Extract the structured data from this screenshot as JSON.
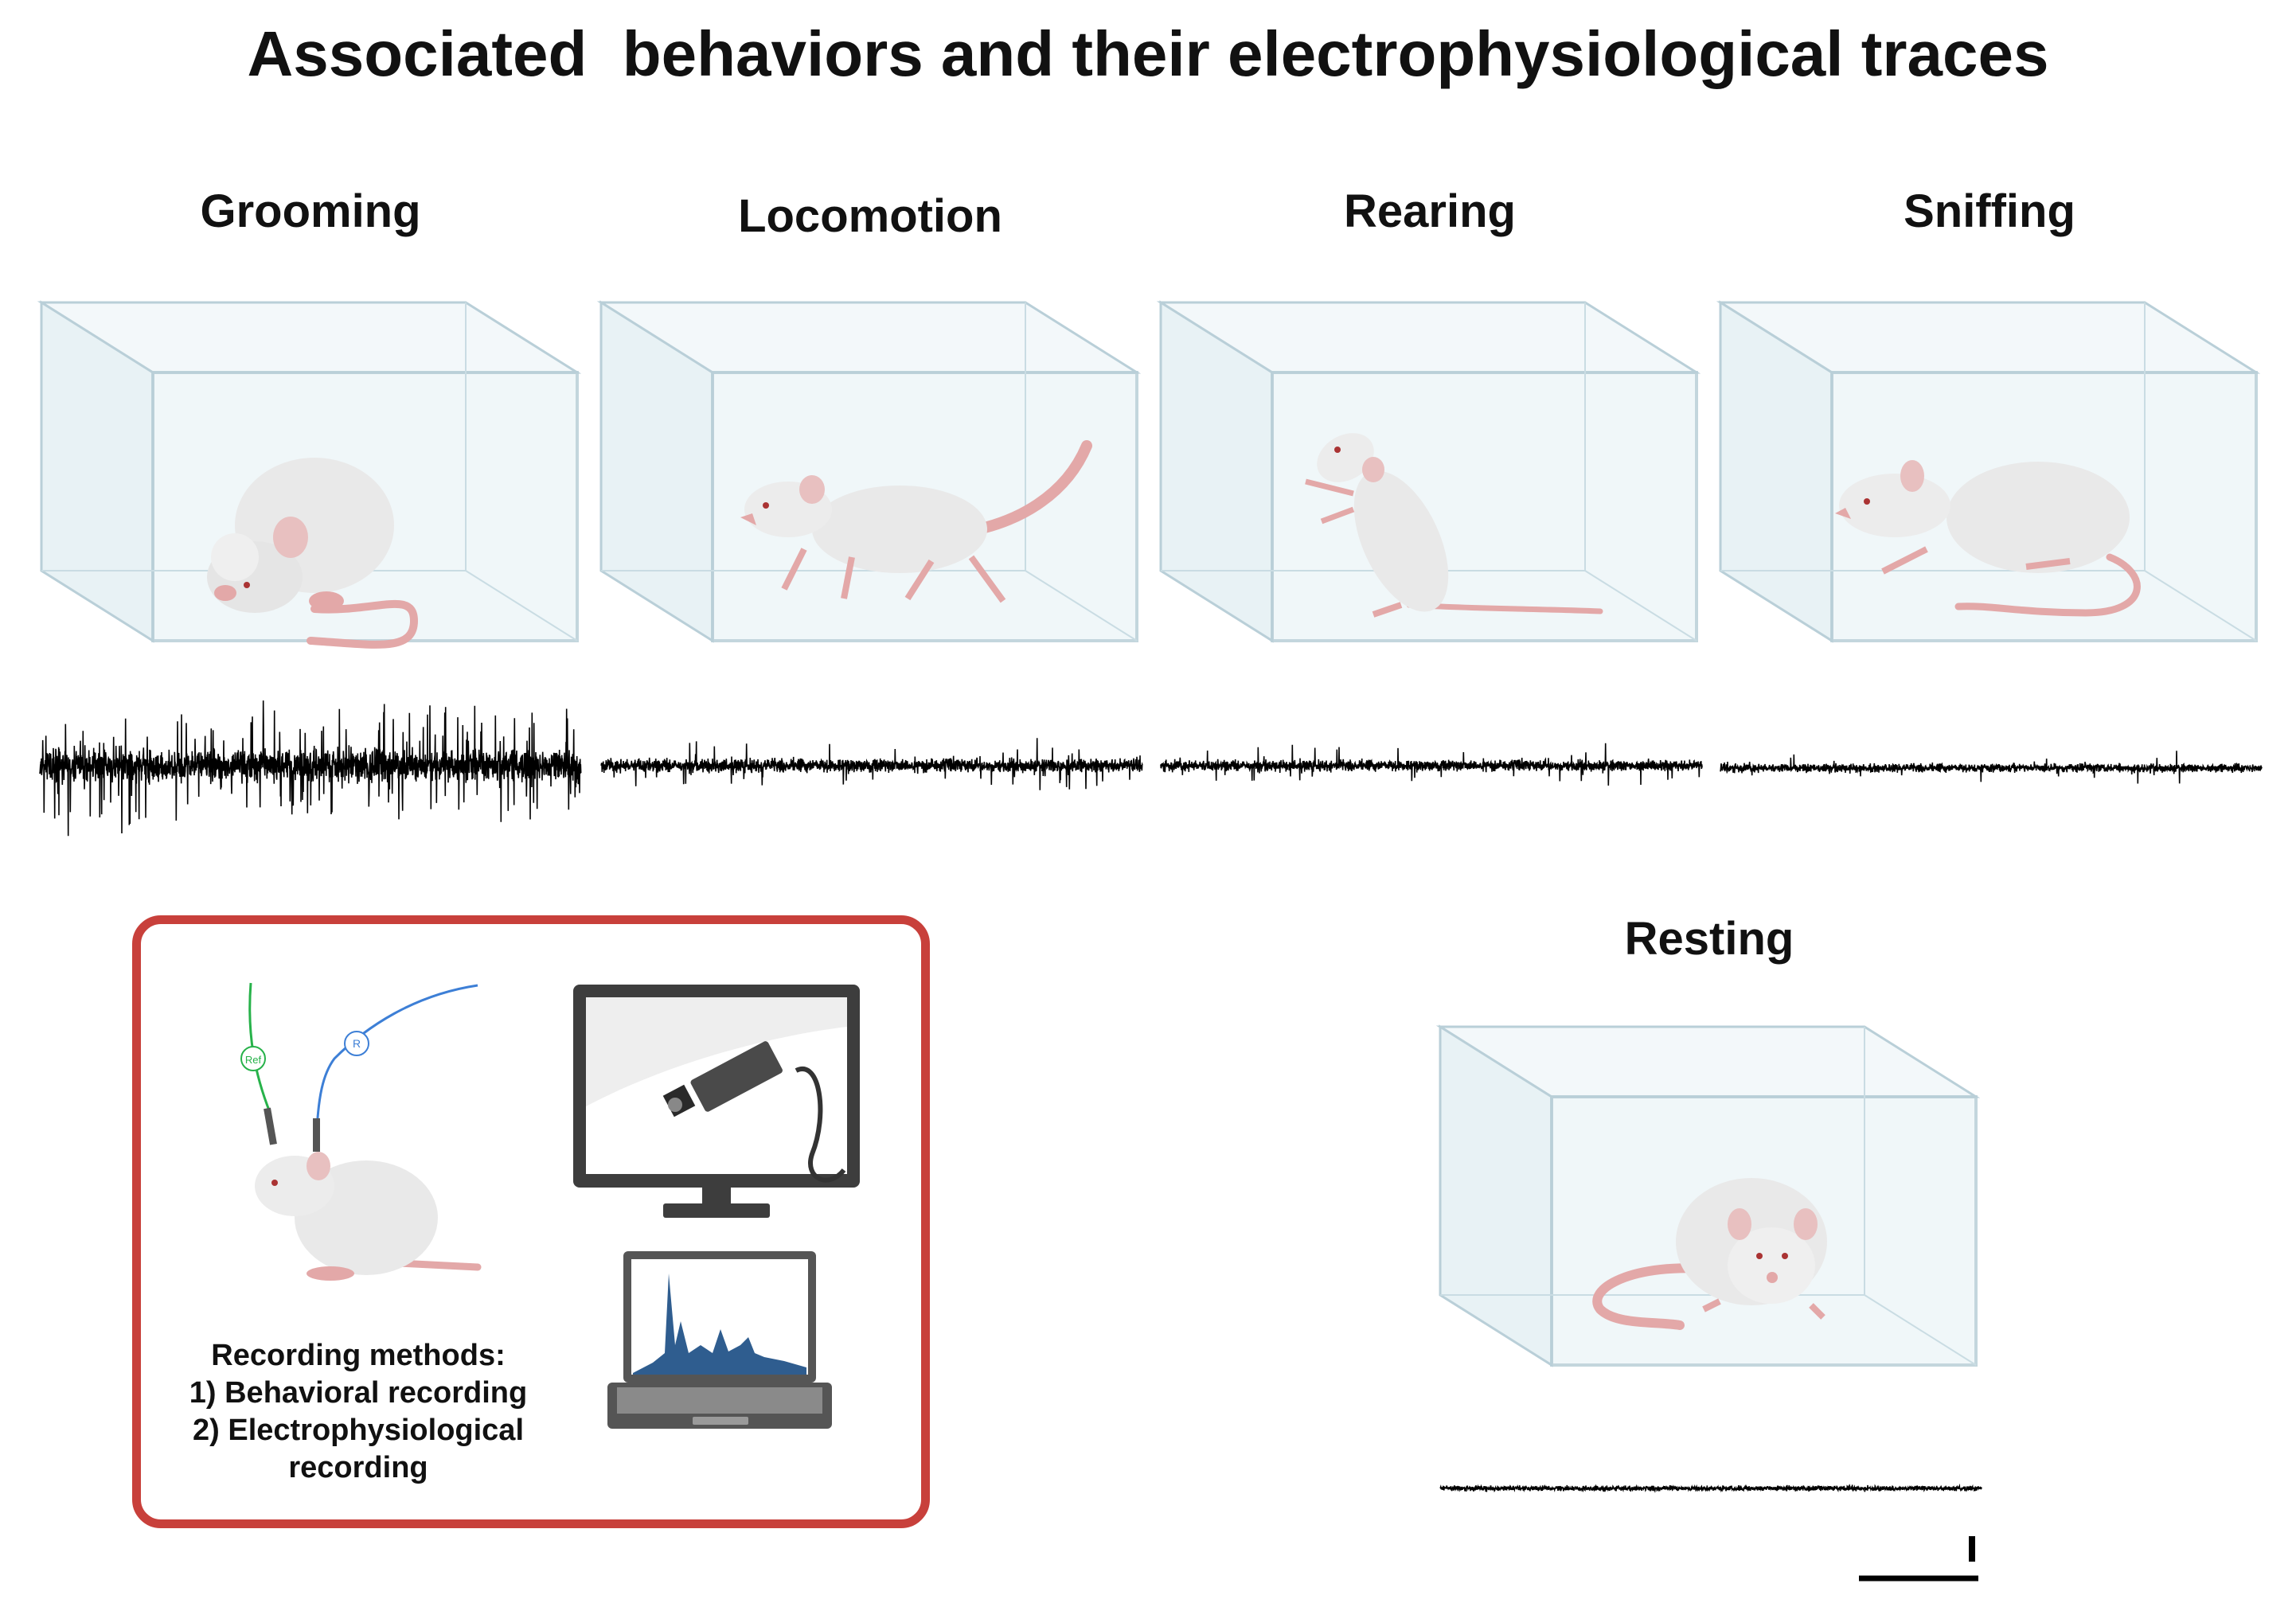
{
  "title": "Associated  behaviors and their electrophysiological traces",
  "behaviors": [
    {
      "label": "Grooming"
    },
    {
      "label": "Locomotion"
    },
    {
      "label": "Rearing"
    },
    {
      "label": "Sniffing"
    },
    {
      "label": "Resting"
    }
  ],
  "methods": {
    "heading": "Recording methods:",
    "line1": "1) Behavioral recording",
    "line2": "2) Electrophysiological",
    "line3": "recording",
    "electrode_ref": "Ref",
    "electrode_r": "R"
  },
  "colors": {
    "accent_border": "#c8403b",
    "cage_fill": "#eef6f8",
    "cage_edge": "#b9cfd8",
    "rat_body": "#e9e9e9",
    "rat_pink": "#e3a8a8",
    "wire_green": "#27b24a",
    "wire_blue": "#3d7fd6",
    "spectrum_blue": "#2f5d8f"
  }
}
